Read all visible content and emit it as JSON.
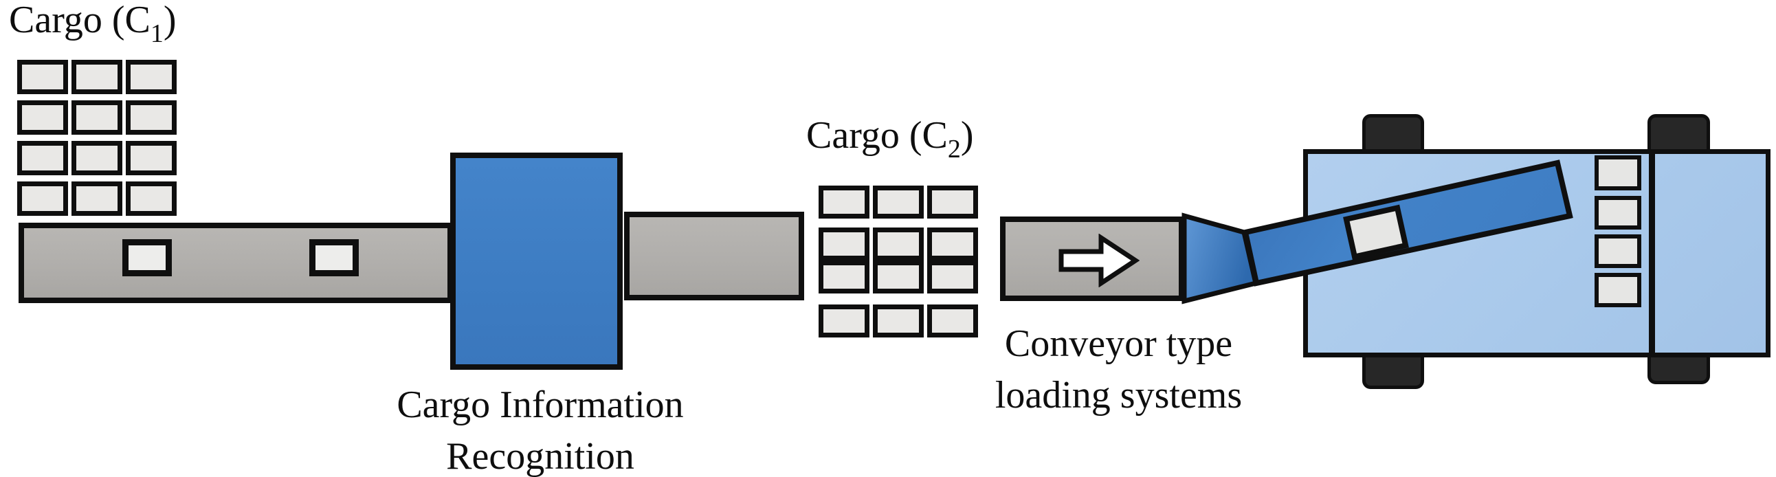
{
  "labels": {
    "cargo1_prefix": "Cargo (C",
    "cargo1_sub": "1",
    "cargo1_suffix": ")",
    "cargo2_prefix": "Cargo (C",
    "cargo2_sub": "2",
    "cargo2_suffix": ")",
    "recognition_line1": "Cargo Information",
    "recognition_line2": "Recognition",
    "loading_line1": "Conveyor type",
    "loading_line2": "loading systems"
  },
  "counts": {
    "cargo1_cells": 12,
    "cargo2_row_cells": 3,
    "belt_boxes": 2,
    "truck_slots": 4,
    "wheels": 4
  },
  "colors": {
    "background": "#ffffff",
    "outline": "#0f0f0f",
    "belt_gray": "#b0aeab",
    "cargo_box_fill": "#e9e8e6",
    "recognition_blue": "#3e7dc3",
    "truck_body_blue": "#a9c9eb",
    "conveyor_arm_blue": "#3f7ec4",
    "funnel_blue_light": "#6098d6",
    "funnel_blue_dark": "#2d69ae",
    "wheel_black": "#272727",
    "arrow_fill": "#ffffff"
  },
  "icons": {
    "flow_arrow": "right-arrow"
  }
}
